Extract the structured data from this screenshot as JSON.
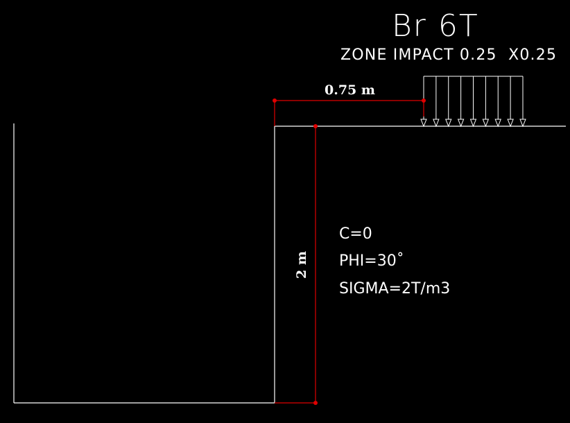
{
  "title": "Br 6T",
  "subtitle": "ZONE IMPACT 0.25  X0.25",
  "dimensions": {
    "horizontal": "0.75 m",
    "vertical": "2 m"
  },
  "soil_properties": {
    "cohesion": "C=0",
    "friction_angle": "PHI=30˚",
    "unit_weight": "SIGMA=2T/m3"
  },
  "load": {
    "arrow_count": 9
  },
  "colors": {
    "background": "#000000",
    "geometry": "#ffffff",
    "dimension": "#e00000"
  }
}
